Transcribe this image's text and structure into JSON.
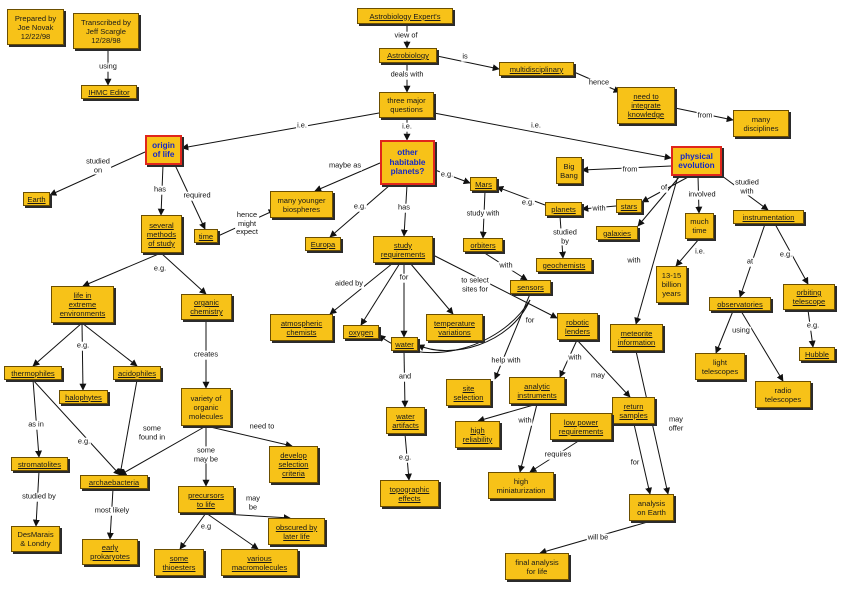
{
  "nodes": [
    {
      "id": "prepared",
      "text": "Prepared by\nJoe Novak\n12/22/98"
    },
    {
      "id": "transcribed",
      "text": "Transcribed by\nJeff Scargle\n12/28/98"
    },
    {
      "id": "ihmc",
      "text": "IHMC Editor"
    },
    {
      "id": "expert",
      "text": "Astrobiology Expert's"
    },
    {
      "id": "astrobiology",
      "text": "Astrobiology"
    },
    {
      "id": "multidisciplinary",
      "text": "multidisciplinary"
    },
    {
      "id": "integrate",
      "text": "need to\nintegrate\nknowledge"
    },
    {
      "id": "disciplines",
      "text": "many\ndisciplines"
    },
    {
      "id": "three",
      "text": "three major\nquestions"
    },
    {
      "id": "origin",
      "text": "origin\nof life"
    },
    {
      "id": "habitable",
      "text": "other\nhabitable\nplanets?"
    },
    {
      "id": "physical",
      "text": "physical\nevolution"
    },
    {
      "id": "earth",
      "text": "Earth"
    },
    {
      "id": "methods",
      "text": "several\nmethods\nof study"
    },
    {
      "id": "time",
      "text": "time"
    },
    {
      "id": "biospheres",
      "text": "many younger\nbiospheres"
    },
    {
      "id": "europa",
      "text": "Europa"
    },
    {
      "id": "mars",
      "text": "Mars"
    },
    {
      "id": "bigbang",
      "text": "Big\nBang"
    },
    {
      "id": "stars",
      "text": "stars"
    },
    {
      "id": "planets",
      "text": "planets"
    },
    {
      "id": "galaxies",
      "text": "galaxies"
    },
    {
      "id": "muchtime",
      "text": "much\ntime"
    },
    {
      "id": "instrumentation",
      "text": "instrumentation"
    },
    {
      "id": "orbiters",
      "text": "orbiters"
    },
    {
      "id": "geochemists",
      "text": "geochemists"
    },
    {
      "id": "requirements",
      "text": "study\nrequirements"
    },
    {
      "id": "sensors",
      "text": "sensors"
    },
    {
      "id": "billion",
      "text": "13-15\nbillion\nyears"
    },
    {
      "id": "observatories",
      "text": "observatories"
    },
    {
      "id": "orbtelescope",
      "text": "orbiting\ntelescope"
    },
    {
      "id": "extreme",
      "text": "life in\nextreme\nenvironments"
    },
    {
      "id": "organic",
      "text": "organic\nchemistry"
    },
    {
      "id": "atmchem",
      "text": "atmospheric\nchemists"
    },
    {
      "id": "oxygen",
      "text": "oxygen"
    },
    {
      "id": "water",
      "text": "water"
    },
    {
      "id": "temperature",
      "text": "temperature\nvariations"
    },
    {
      "id": "rovers",
      "text": "robotic\nlenders"
    },
    {
      "id": "meteorite",
      "text": "meteorite\ninformation"
    },
    {
      "id": "hubble",
      "text": "Hubble"
    },
    {
      "id": "thermophiles",
      "text": "thermophiles"
    },
    {
      "id": "halophytes",
      "text": "halophytes"
    },
    {
      "id": "acidophiles",
      "text": "acidophiles"
    },
    {
      "id": "varietyorg",
      "text": "variety of\norganic\nmolecules"
    },
    {
      "id": "light",
      "text": "light\ntelescopes"
    },
    {
      "id": "radio",
      "text": "radio\ntelescopes"
    },
    {
      "id": "sites",
      "text": "site\nselection"
    },
    {
      "id": "analytic",
      "text": "analytic\ninstruments"
    },
    {
      "id": "returnsamples",
      "text": "return\nsamples"
    },
    {
      "id": "waterartifacts",
      "text": "water\nartifacts"
    },
    {
      "id": "highrel",
      "text": "high\nreliability"
    },
    {
      "id": "lowpower",
      "text": "low power\nrequirements"
    },
    {
      "id": "stromatolites",
      "text": "stromatolites"
    },
    {
      "id": "develop",
      "text": "develop\nselection\ncriteria"
    },
    {
      "id": "archaebacteria",
      "text": "archaebacteria"
    },
    {
      "id": "highmin",
      "text": "high\nminiaturization"
    },
    {
      "id": "topographic",
      "text": "topographic\neffects"
    },
    {
      "id": "precursors",
      "text": "precursors\nto life"
    },
    {
      "id": "analysisearth",
      "text": "analysis\non Earth"
    },
    {
      "id": "desmarais",
      "text": "DesMarais\n& Londry"
    },
    {
      "id": "obscured",
      "text": "obscured by\nlater life"
    },
    {
      "id": "prokaryotes",
      "text": "early\nprokaryotes"
    },
    {
      "id": "thioesters",
      "text": "some\nthioesters"
    },
    {
      "id": "macromolecules",
      "text": "various\nmacromolecules"
    },
    {
      "id": "finalanalysis",
      "text": "final analysis\nfor life"
    }
  ],
  "link_labels": [
    {
      "id": "view-of",
      "text": "view of"
    },
    {
      "id": "using",
      "text": "using"
    },
    {
      "id": "deals-with",
      "text": "deals with"
    },
    {
      "id": "is",
      "text": "is"
    },
    {
      "id": "hence",
      "text": "hence"
    },
    {
      "id": "from-disc",
      "text": "from"
    },
    {
      "id": "ie-left",
      "text": "i.e."
    },
    {
      "id": "ie-mid",
      "text": "i.e."
    },
    {
      "id": "ie-right",
      "text": "i.e."
    },
    {
      "id": "studied-on",
      "text": "studied\non"
    },
    {
      "id": "has-origin",
      "text": "has"
    },
    {
      "id": "required",
      "text": "required"
    },
    {
      "id": "hence-might",
      "text": "hence\nmight\nexpect"
    },
    {
      "id": "maybe-as",
      "text": "maybe as"
    },
    {
      "id": "eg-europa",
      "text": "e.g."
    },
    {
      "id": "has-hab",
      "text": "has"
    },
    {
      "id": "eg-mars",
      "text": "e.g."
    },
    {
      "id": "study-with",
      "text": "study with"
    },
    {
      "id": "eg-planets",
      "text": "e.g."
    },
    {
      "id": "with-stars",
      "text": "with"
    },
    {
      "id": "studied-by",
      "text": "studied\nby"
    },
    {
      "id": "from-bb",
      "text": "from"
    },
    {
      "id": "of",
      "text": "of"
    },
    {
      "id": "involved",
      "text": "involved"
    },
    {
      "id": "studied-with",
      "text": "studied\nwith"
    },
    {
      "id": "ie-time",
      "text": "i.e."
    },
    {
      "id": "with-met",
      "text": "with"
    },
    {
      "id": "at",
      "text": "at"
    },
    {
      "id": "eg-orb",
      "text": "e.g."
    },
    {
      "id": "using-obs",
      "text": "using"
    },
    {
      "id": "eg-hubble",
      "text": "e.g."
    },
    {
      "id": "with-orbiters",
      "text": "with"
    },
    {
      "id": "eg-methods",
      "text": "e.g."
    },
    {
      "id": "aided-by",
      "text": "aided by"
    },
    {
      "id": "for-req",
      "text": "for"
    },
    {
      "id": "to-select",
      "text": "to select\nsites for"
    },
    {
      "id": "for-sensors",
      "text": "for"
    },
    {
      "id": "creates",
      "text": "creates"
    },
    {
      "id": "eg-extreme",
      "text": "e.g."
    },
    {
      "id": "as-in",
      "text": "as in"
    },
    {
      "id": "eg-halo",
      "text": "e.g."
    },
    {
      "id": "and",
      "text": "and"
    },
    {
      "id": "help-with",
      "text": "help with"
    },
    {
      "id": "with-rovers",
      "text": "with"
    },
    {
      "id": "may",
      "text": "may"
    },
    {
      "id": "with-analytic",
      "text": "with"
    },
    {
      "id": "requires",
      "text": "requires"
    },
    {
      "id": "for-return",
      "text": "for"
    },
    {
      "id": "may-offer",
      "text": "may\noffer"
    },
    {
      "id": "some-found",
      "text": "some\nfound in"
    },
    {
      "id": "need-to",
      "text": "need to"
    },
    {
      "id": "some-maybe",
      "text": "some\nmay be"
    },
    {
      "id": "eg-water",
      "text": "e.g."
    },
    {
      "id": "studied-by-strom",
      "text": "studied by"
    },
    {
      "id": "most-likely",
      "text": "most likely"
    },
    {
      "id": "may-be",
      "text": "may\nbe"
    },
    {
      "id": "eg-prec",
      "text": "e.g"
    },
    {
      "id": "will-be",
      "text": "will be"
    }
  ],
  "colors": {
    "node_fill": "#f7c218",
    "key_border": "#e0261b",
    "key_text": "#1428c8",
    "line": "#111111"
  }
}
